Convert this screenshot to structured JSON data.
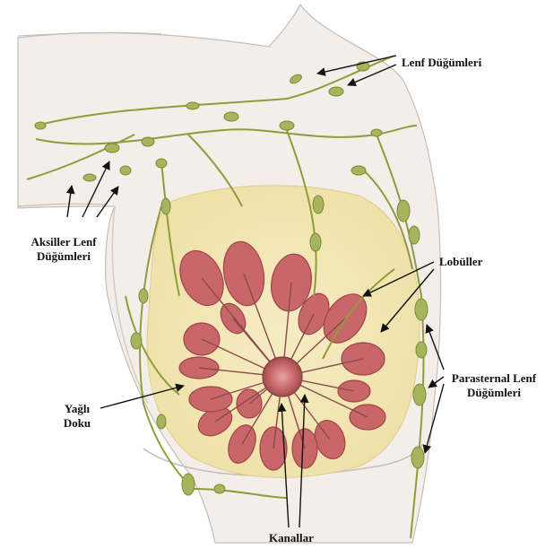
{
  "labels": {
    "lenf_dugumleri": "Lenf Düğümleri",
    "aksiller": [
      "Aksiller Lenf",
      "Düğümleri"
    ],
    "lobuller": "Lobüller",
    "parasternal": [
      "Parasternal Lenf",
      "Düğümleri"
    ],
    "yagli_doku": [
      "Yağlı",
      "Doku"
    ],
    "kanallar": "Kanallar"
  },
  "colors": {
    "skin": "#f4eeea",
    "skin_shade": "#e6dcd6",
    "fat": "#f2e6b4",
    "lobule": "#c9666a",
    "lobule_dark": "#9e4448",
    "node": "#a7b45e",
    "vessel": "#8f9c3c",
    "arrow": "#111111"
  }
}
